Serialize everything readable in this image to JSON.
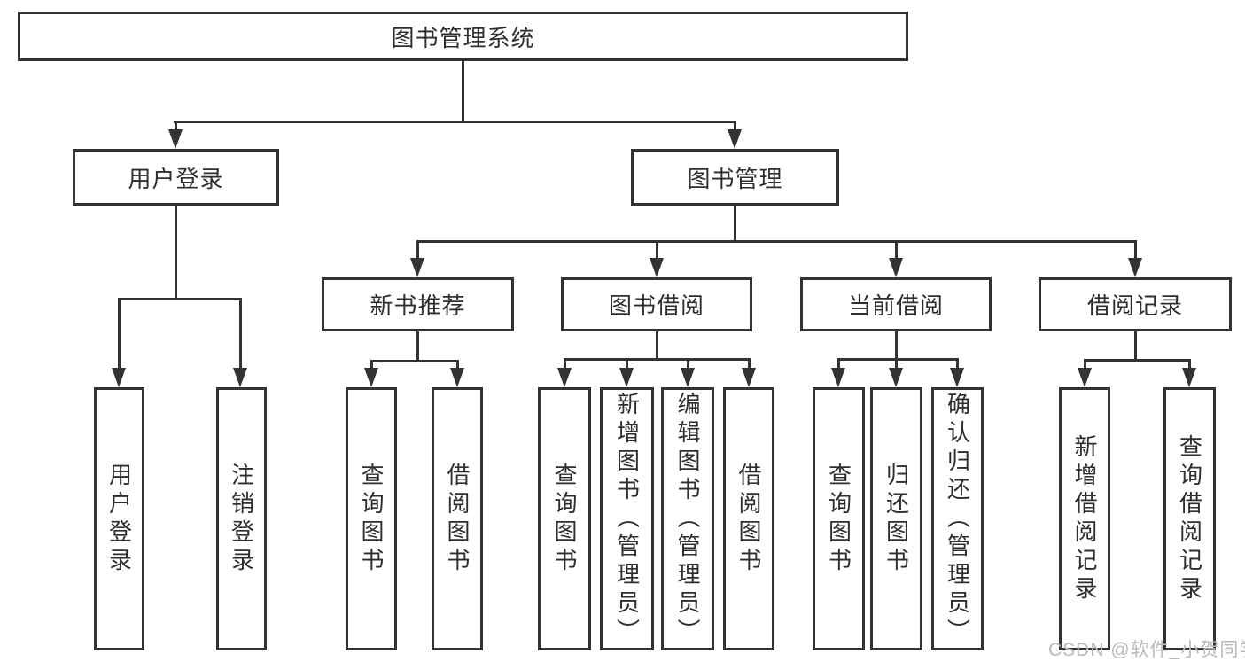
{
  "tree": {
    "root": {
      "label": "图书管理系统"
    },
    "children": [
      {
        "label": "用户登录",
        "children": [
          {
            "label": "用户登录"
          },
          {
            "label": "注销登录"
          }
        ]
      },
      {
        "label": "图书管理",
        "children": [
          {
            "label": "新书推荐",
            "children": [
              {
                "label": "查询图书"
              },
              {
                "label": "借阅图书"
              }
            ]
          },
          {
            "label": "图书借阅",
            "children": [
              {
                "label": "查询图书"
              },
              {
                "label": "新增图书（管理员）"
              },
              {
                "label": "编辑图书（管理员）"
              },
              {
                "label": "借阅图书"
              }
            ]
          },
          {
            "label": "当前借阅",
            "children": [
              {
                "label": "查询图书"
              },
              {
                "label": "归还图书"
              },
              {
                "label": "确认归还（管理员）"
              }
            ]
          },
          {
            "label": "借阅记录",
            "children": [
              {
                "label": "新增借阅记录"
              },
              {
                "label": "查询借阅记录"
              }
            ]
          }
        ]
      }
    ]
  },
  "watermark": {
    "text": "CSDN @软件_小贺同学"
  },
  "colors": {
    "line": "#333333",
    "text": "#2e2e2e",
    "background": "#ffffff",
    "watermark": "#b9b9b9"
  }
}
